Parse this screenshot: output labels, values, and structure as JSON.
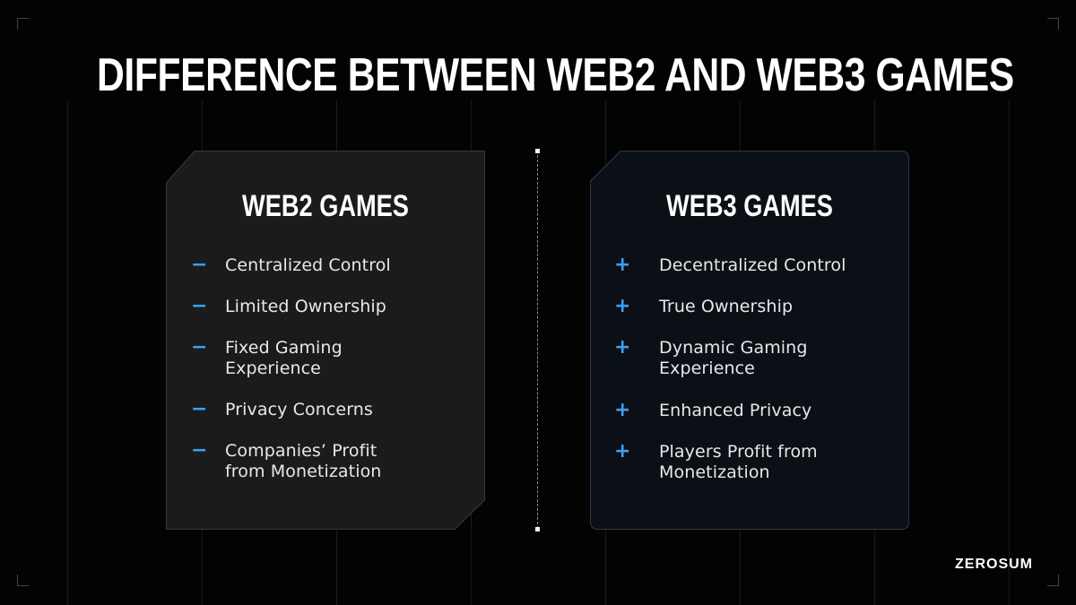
{
  "title": "DIFFERENCE BETWEEN WEB2 AND WEB3 GAMES",
  "colors": {
    "background": "#030303",
    "accent": "#3aa0f2",
    "left_card": "#1b1b1b",
    "right_card": "#0b0f16"
  },
  "left_card": {
    "title": "WEB2 GAMES",
    "marker_icon": "minus-icon",
    "items": [
      {
        "marker": "−",
        "text": "Centralized Control"
      },
      {
        "marker": "−",
        "text": "Limited Ownership"
      },
      {
        "marker": "−",
        "text": "Fixed Gaming Experience"
      },
      {
        "marker": "−",
        "text": "Privacy Concerns"
      },
      {
        "marker": "−",
        "text": "Companies’ Profit from Monetization"
      }
    ]
  },
  "right_card": {
    "title": "WEB3 GAMES",
    "marker_icon": "plus-icon",
    "items": [
      {
        "marker": "+",
        "text": "Decentralized Control"
      },
      {
        "marker": "+",
        "text": "True Ownership"
      },
      {
        "marker": "+",
        "text": "Dynamic Gaming Experience"
      },
      {
        "marker": "+",
        "text": "Enhanced Privacy"
      },
      {
        "marker": "+",
        "text": "Players Profit from Monetization"
      }
    ]
  },
  "brand": "ZEROSUM"
}
